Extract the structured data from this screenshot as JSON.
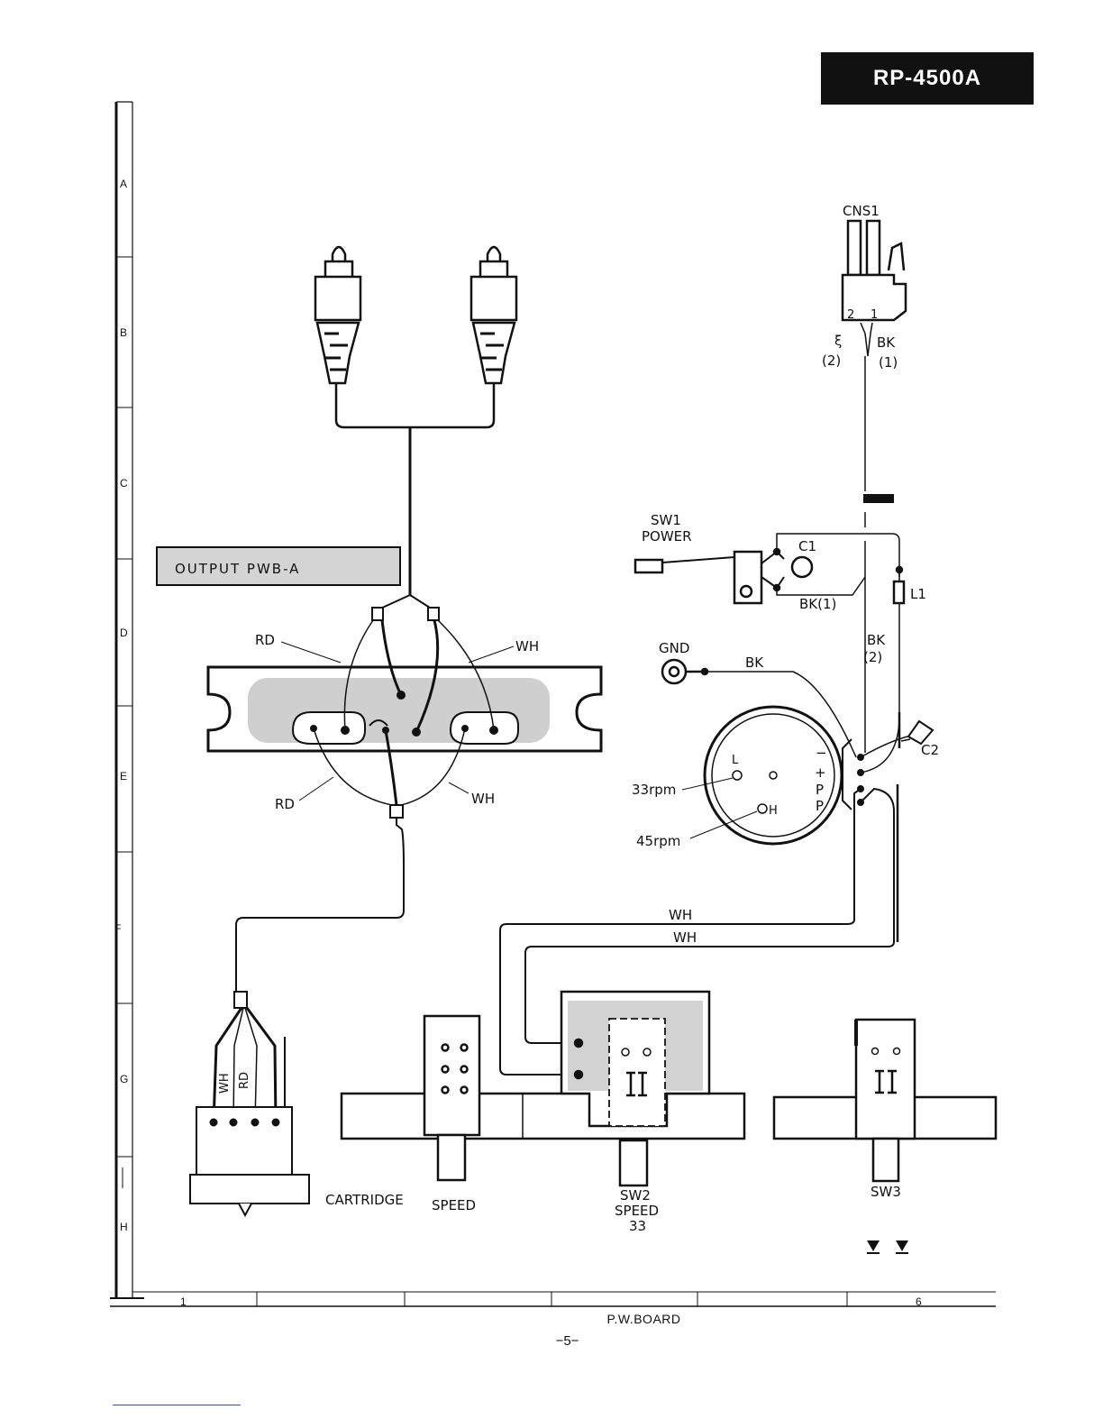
{
  "header": {
    "model": "RP-4500A"
  },
  "grid": {
    "rows": [
      "A",
      "B",
      "C",
      "D",
      "E",
      "F",
      "G",
      "H"
    ],
    "cols": [
      "1",
      "6"
    ]
  },
  "output_pwb": {
    "label": "OUTPUT PWB-A"
  },
  "power_connector": {
    "name": "CNS1",
    "pin_2": "2",
    "pin_1": "1",
    "wire_left": "(2)",
    "wire_right": "BK",
    "wire_right_num": "(1)",
    "mark": "ξ"
  },
  "switch_power": {
    "name": "SW1",
    "function": "POWER",
    "cap": "C1",
    "cap_wire": "BK(1)",
    "inductor": "L1",
    "wire_bk": "BK",
    "wire_bk_num": "(2)"
  },
  "ground": {
    "label": "GND",
    "wire": "BK"
  },
  "motor": {
    "terminals": [
      "−",
      "+",
      "P",
      "P"
    ],
    "pin_l": "L",
    "pin_h": "H",
    "speed_33": "33rpm",
    "speed_45": "45rpm",
    "capacitor": "C2"
  },
  "wires": {
    "rd_top": "RD",
    "wh_top": "WH",
    "rd_bottom": "RD",
    "wh_bottom": "WH",
    "wh_run_1": "WH",
    "wh_run_2": "WH",
    "cart_wh": "WH",
    "cart_rd": "RD"
  },
  "bottom": {
    "cartridge": "CARTRIDGE",
    "speed": "SPEED",
    "sw2_name": "SW2",
    "sw2_function": "SPEED",
    "sw2_setting": "33",
    "sw3_name": "SW3"
  },
  "footer": {
    "board": "P.W.BOARD",
    "page": "−5−"
  }
}
